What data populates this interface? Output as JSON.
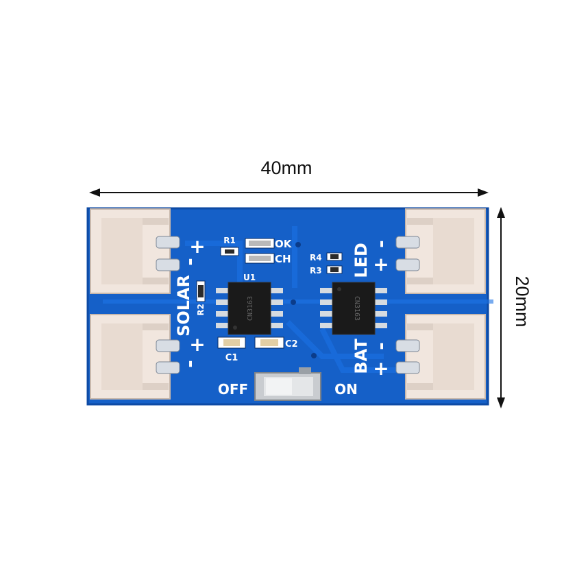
{
  "dimensions": {
    "width_label": "40mm",
    "height_label": "20mm"
  },
  "board": {
    "pcb_color": "#1560c8",
    "connector_color": "#f1e6de",
    "left_connectors": {
      "label": "SOLAR",
      "top_plus": "+",
      "top_minus": "-",
      "bottom_plus": "+",
      "bottom_minus": "-"
    },
    "right_top": {
      "label": "LED",
      "minus": "-",
      "plus": "+"
    },
    "right_bottom": {
      "label": "BAT",
      "minus": "-",
      "plus": "+"
    },
    "indicators": {
      "ok": "OK",
      "ch": "CH"
    },
    "components": {
      "r1": "R1",
      "r2": "R2",
      "r3": "R3",
      "r4": "R4",
      "c1": "C1",
      "c2": "C2",
      "u1": "U1",
      "u1_marking": "CN3163",
      "u2_marking": "CN3163"
    },
    "switch": {
      "off_label": "OFF",
      "on_label": "ON"
    }
  }
}
